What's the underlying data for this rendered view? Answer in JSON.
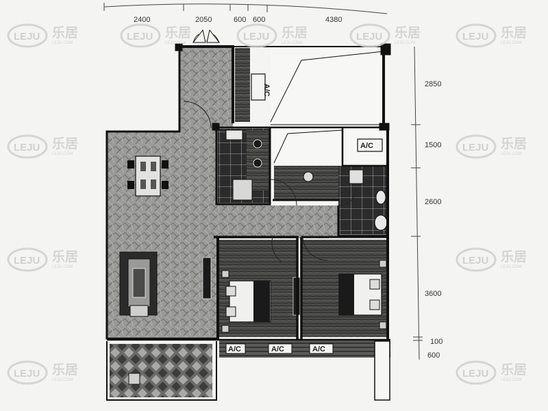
{
  "plan": {
    "dimensions_top": [
      "2400",
      "2050",
      "600",
      "600",
      "4380"
    ],
    "dimensions_right": [
      "2850",
      "1500",
      "2600",
      "3600",
      "100",
      "600"
    ],
    "ac_labels": [
      "A/C",
      "A/C",
      "A/C",
      "A/C",
      "A/C"
    ]
  },
  "watermark": {
    "logo": "LEJU",
    "brand": "乐居",
    "domain": "LEJU.COM"
  },
  "colors": {
    "wall": "#111111",
    "dark_floor": "#3a3a3a",
    "mid_floor": "#8a8a8a",
    "tile": "#2b2b2b"
  }
}
